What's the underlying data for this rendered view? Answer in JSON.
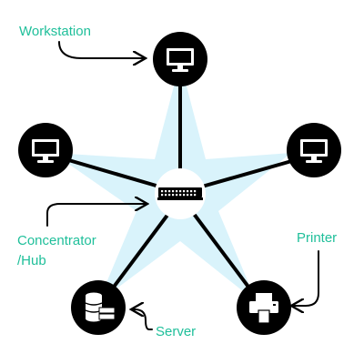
{
  "labels": {
    "workstation": "Workstation",
    "concentrator_line1": "Concentrator",
    "concentrator_line2": "/Hub",
    "printer": "Printer",
    "server": "Server"
  },
  "colors": {
    "star_fill": "#d9f3fb",
    "node_fill": "#000000",
    "hub_fill": "#ffffff",
    "link_stroke": "#000000",
    "label_color": "#1fbf9a"
  },
  "nodes": [
    {
      "id": "workstation-top",
      "icon": "monitor-icon",
      "type": "workstation"
    },
    {
      "id": "workstation-left",
      "icon": "monitor-icon",
      "type": "workstation"
    },
    {
      "id": "workstation-right",
      "icon": "monitor-icon",
      "type": "workstation"
    },
    {
      "id": "server",
      "icon": "server-icon",
      "type": "server"
    },
    {
      "id": "printer",
      "icon": "printer-icon",
      "type": "printer"
    },
    {
      "id": "hub",
      "icon": "switch-icon",
      "type": "concentrator"
    }
  ]
}
